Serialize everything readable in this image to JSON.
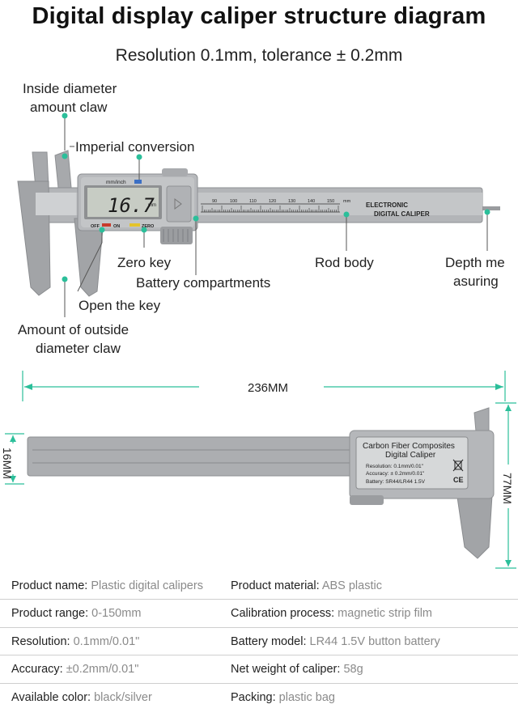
{
  "title": "Digital display caliper structure diagram",
  "subtitle": "Resolution 0.1mm, tolerance ± 0.2mm",
  "callouts": {
    "inside_claw": [
      "Inside diameter",
      "amount claw"
    ],
    "imperial": "Imperial conversion",
    "zero_key": "Zero key",
    "battery": "Battery compartments",
    "open_key": "Open the key",
    "outside_claw": [
      "Amount of outside",
      "diameter claw"
    ],
    "rod_body": "Rod body",
    "depth": [
      "Depth me",
      "asuring"
    ]
  },
  "caliper_top": {
    "lcd_value": "16.7",
    "lcd_unit": "mm",
    "mm_inch": "mm/inch",
    "off": "OFF",
    "on": "ON",
    "zero": "ZERO",
    "brand": [
      "ELECTRONIC",
      "DIGITAL CALIPER"
    ],
    "scale_unit": "mm",
    "scale_numbers": [
      "90",
      "100",
      "110",
      "120",
      "130",
      "140",
      "150"
    ]
  },
  "dimensions": {
    "length": "236MM",
    "width": "16MM",
    "height": "77MM"
  },
  "caliper_back": {
    "label_title": [
      "Carbon Fiber Composites",
      "Digital Caliper"
    ],
    "resolution": "Resolution: 0.1mm/0.01\"",
    "accuracy": "Accuracy: ± 0.2mm/0.01\"",
    "battery": "Battery: SR44/LR44 1.5V",
    "ce": "CE"
  },
  "specs": [
    {
      "lk": "Product name: ",
      "lv": "Plastic digital calipers",
      "rk": "Product material: ",
      "rv": "ABS plastic"
    },
    {
      "lk": "Product range: ",
      "lv": "0-150mm",
      "rk": "Calibration process: ",
      "rv": "magnetic strip film"
    },
    {
      "lk": "Resolution: ",
      "lv": "0.1mm/0.01\"",
      "rk": "Battery model: ",
      "rv": "LR44 1.5V button battery"
    },
    {
      "lk": "Accuracy: ",
      "lv": "±0.2mm/0.01\"",
      "rk": "Net weight of caliper: ",
      "rv": "58g"
    },
    {
      "lk": "Available color: ",
      "lv": "black/silver",
      "rk": "Packing: ",
      "rv": "plastic bag"
    }
  ],
  "colors": {
    "accent": "#2bbf9a",
    "body": "#a9abae",
    "lcd": "#c7ccc4"
  }
}
